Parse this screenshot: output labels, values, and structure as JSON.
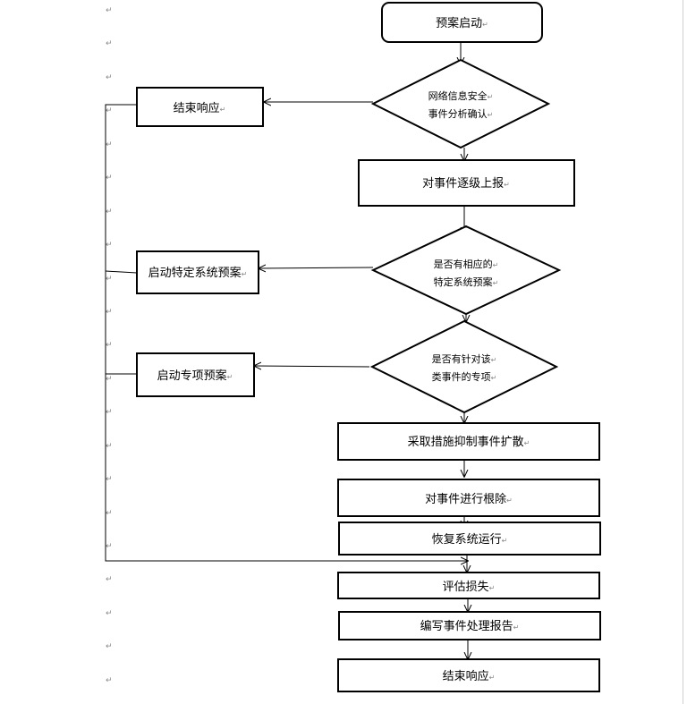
{
  "paragraph_mark": "↵",
  "nodes": {
    "start": {
      "text": "预案启动"
    },
    "analyze": {
      "lines": [
        "网络信息安全",
        "事件分析确认"
      ]
    },
    "end_left": {
      "text": "结束响应"
    },
    "report": {
      "text": "对事件逐级上报"
    },
    "has_plan": {
      "lines": [
        "是否有相应的",
        "特定系统预案"
      ]
    },
    "start_specific": {
      "text": "启动特定系统预案"
    },
    "has_special": {
      "lines": [
        "是否有针对该",
        "类事件的专项"
      ]
    },
    "start_special": {
      "text": "启动专项预案"
    },
    "contain": {
      "text": "采取措施抑制事件扩散"
    },
    "eradicate": {
      "text": "对事件进行根除"
    },
    "restore": {
      "text": "恢复系统运行"
    },
    "evaluate": {
      "text": "评估损失"
    },
    "write_report": {
      "text": "编写事件处理报告"
    },
    "end": {
      "text": "结束响应"
    }
  }
}
